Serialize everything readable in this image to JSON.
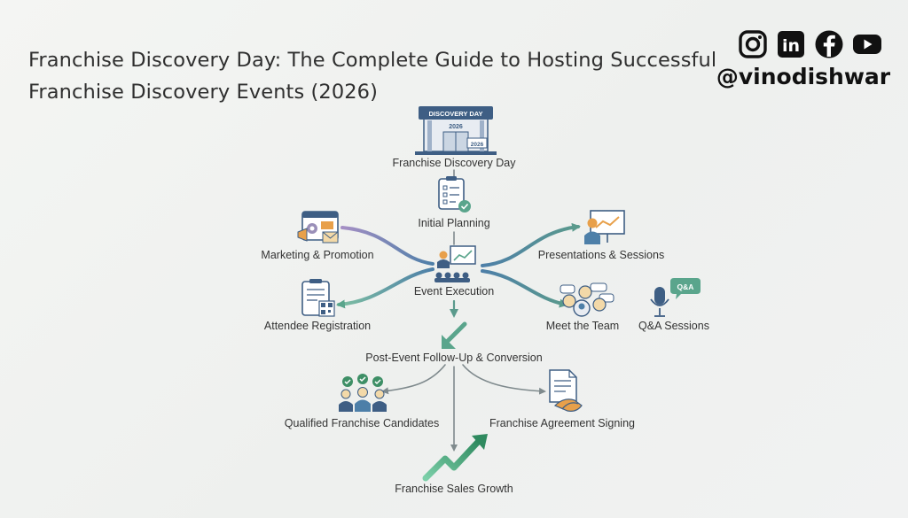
{
  "title_lines": [
    "Franchise Discovery Day: The Complete Guide to Hosting Successful",
    "Franchise Discovery Events (2026)"
  ],
  "social": {
    "handle": "@vinodishwar",
    "icons": [
      "instagram-icon",
      "linkedin-icon",
      "facebook-icon",
      "youtube-icon"
    ],
    "linkedin_glyph": "in"
  },
  "diagram": {
    "venue_sign": "DISCOVERY DAY",
    "venue_year": "2026",
    "venue_banner": "2026",
    "qa_bubble": "Q&A",
    "nodes": {
      "discovery_day": "Franchise Discovery Day",
      "initial_planning": "Initial Planning",
      "marketing": "Marketing & Promotion",
      "presentations": "Presentations & Sessions",
      "event_execution": "Event Execution",
      "registration": "Attendee Registration",
      "meet_team": "Meet the Team",
      "qa_sessions": "Q&A Sessions",
      "follow_up": "Post-Event Follow-Up & Conversion",
      "qualified": "Qualified Franchise Candidates",
      "agreement": "Franchise Agreement Signing",
      "sales_growth": "Franchise Sales Growth"
    }
  },
  "colors": {
    "teal": "#5a9a8c",
    "blue": "#4d7fa8",
    "purple": "#9a8fb8",
    "green": "#3e8f66",
    "navy": "#3e5e84",
    "orange": "#e8a04a",
    "gray": "#7f8a8d"
  }
}
